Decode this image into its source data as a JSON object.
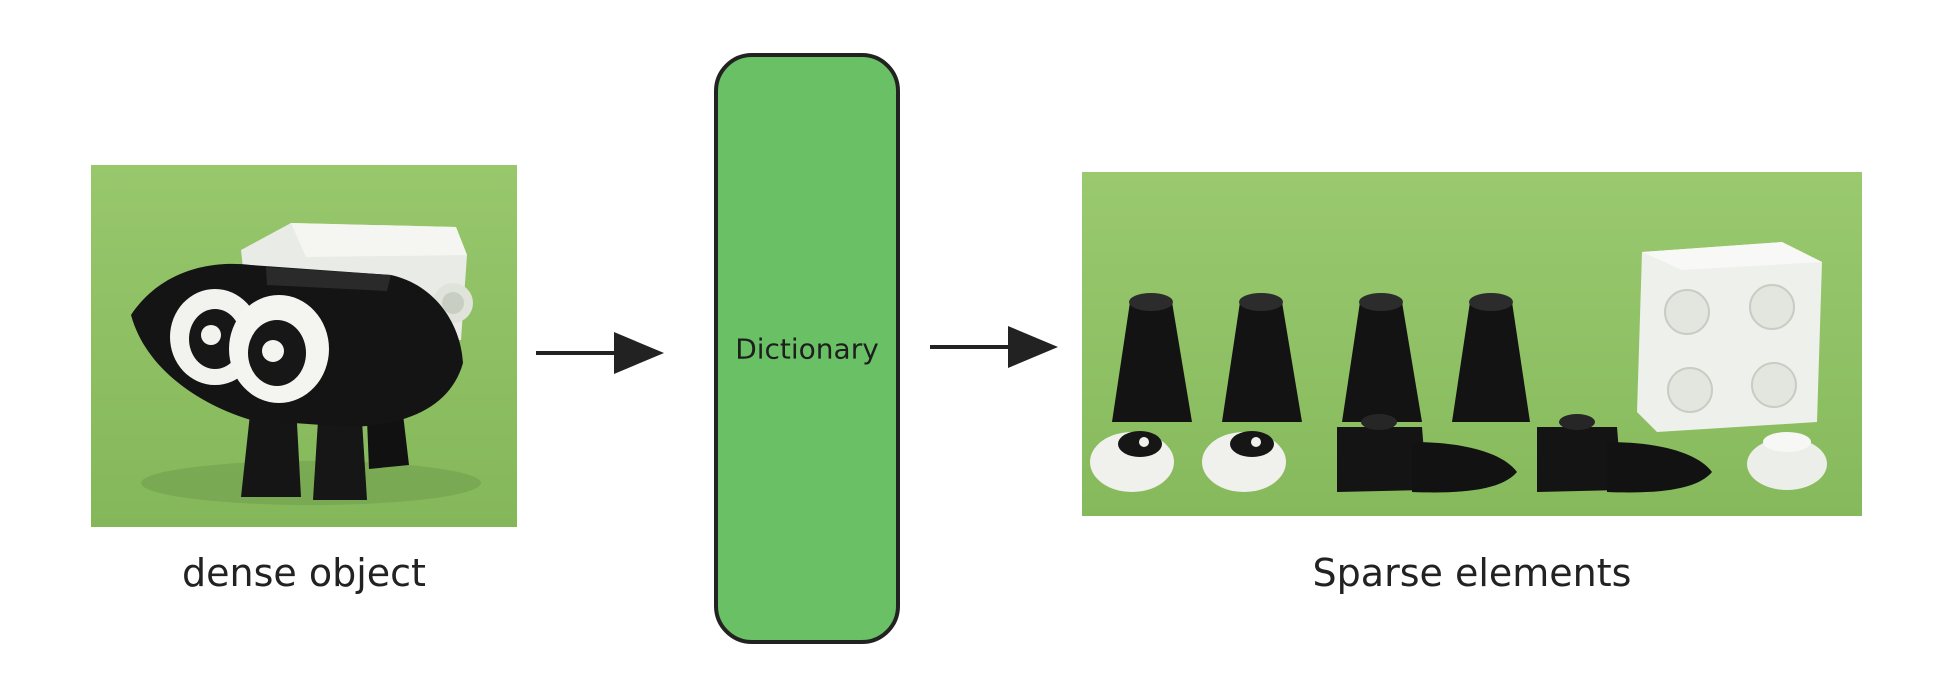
{
  "captions": {
    "dense": "dense object",
    "sparse": "Sparse elements"
  },
  "dictionary": {
    "label": "Dictionary",
    "fill_color": "#6ac064",
    "border_color": "#222222"
  },
  "photos": {
    "dense_object_background": "#8dbe63",
    "sparse_elements_background": "#8fc066"
  }
}
